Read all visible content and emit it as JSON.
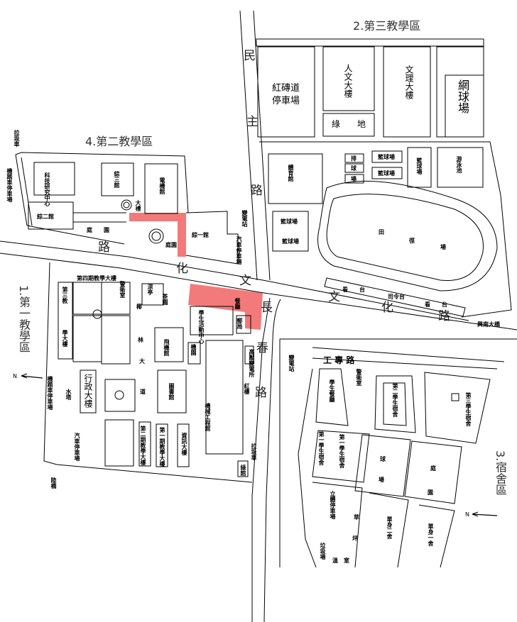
{
  "highlight_color": "#f26b6b",
  "zones": {
    "zone1": "1.第一教學區",
    "zone2": "2.第三教學區",
    "zone3": "3.宿舍區",
    "zone4": "4.第二教學區"
  },
  "roads": {
    "minzhu": [
      "民",
      "主",
      "路"
    ],
    "wenhua_west": [
      "路",
      "化",
      "文"
    ],
    "wenhua_east": [
      "文",
      "化",
      "路"
    ],
    "changchun": [
      "長",
      "春",
      "路"
    ],
    "gongzhuan": "工 專 路",
    "yelin": [
      "椰",
      "林",
      "大",
      "道"
    ]
  },
  "north_label": "N",
  "zone2_labels": {
    "parking": "紅磚道\n停車場",
    "humanities": "人文大樓",
    "science": "文理大樓",
    "green": "綠　　地",
    "tennis": "網球場",
    "gym": "體育館",
    "volleyball": [
      "排",
      "球",
      "場"
    ],
    "basketball_1": "籃球場",
    "basketball_2": "籃球場",
    "basketball_3": "籃球場",
    "pool": "游泳池",
    "basketball_4": "籃球場",
    "basketball_5": "籃球場",
    "track": [
      "田",
      "徑",
      "場"
    ],
    "stand_1": "看　　台",
    "podium": "司令台",
    "stand_2": "看　　台",
    "bridge": "興南大橋"
  },
  "zone4_labels": {
    "garbage_truck": "拉圾車",
    "scooter_parking": "機踏車停車場",
    "research_center": "科技研究中心",
    "building_3": "綜三館",
    "ee_building": "電機館",
    "auditorium": "大禮",
    "building_2": "綜二館",
    "garden_1": "庭　　園",
    "garden_2": "庭園",
    "building_1": "綜一館",
    "substation": "變電站",
    "car_parking": "汽車停車場"
  },
  "zone1_labels": {
    "phase4": "第四期教學大樓",
    "guard": "警衛室",
    "pavilion": "涼亭",
    "tea_garden": "茶園",
    "teaching3_a": "第三教",
    "teaching3_b": "學大樓",
    "student_center": "學生活動中心",
    "restaurant": "餐廳",
    "post_office": "郵局",
    "aircraft": "飛機館",
    "machine_garden": "機園",
    "hv_substation": "高壓變電所",
    "red_building": "紅樓",
    "admin": "行政大樓",
    "water_tower": "水塔",
    "scooter_parking": "機踏車停車場",
    "library": "圖書館",
    "mech_eng": "機械工程館",
    "car_parking": "汽車停車場",
    "phase2": "第二期教學大樓",
    "phase1": "第一期教學大樓",
    "info": "資訊大樓",
    "garbage_truck": "拉圾車",
    "green_hall": "綠館",
    "overpass": "陸橋"
  },
  "zone3_labels": {
    "substation": "變電站",
    "guard": "警衛室",
    "restaurant": "學生餐廳",
    "dorm2": "第二學生宿舍",
    "dorm3": "第三學生宿舍",
    "dorm1a": "第一學生宿舍",
    "dorm1b": "第一學生宿舍",
    "court": [
      "球",
      "場"
    ],
    "garden": [
      "庭",
      "園"
    ],
    "parking": "立體停車場",
    "lawn": [
      "草",
      "坪"
    ],
    "single2": "單身二舍",
    "single1": "單身一舍",
    "garbage": "垃圾場",
    "greenhouse": "溫　室"
  }
}
